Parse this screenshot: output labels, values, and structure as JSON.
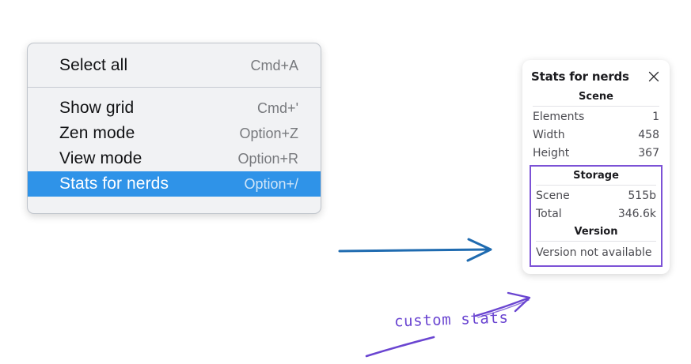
{
  "context_menu": {
    "name": "Canvas context menu",
    "sections": [
      {
        "items": [
          {
            "label": "Select all",
            "shortcut": "Cmd+A",
            "selected": false,
            "icon": "select-all-icon"
          }
        ]
      },
      {
        "items": [
          {
            "label": "Show grid",
            "shortcut": "Cmd+'",
            "selected": false,
            "icon": "grid-icon"
          },
          {
            "label": "Zen mode",
            "shortcut": "Option+Z",
            "selected": false,
            "icon": "zen-icon"
          },
          {
            "label": "View mode",
            "shortcut": "Option+R",
            "selected": false,
            "icon": "view-icon"
          },
          {
            "label": "Stats for nerds",
            "shortcut": "Option+/",
            "selected": true,
            "icon": "stats-icon"
          }
        ]
      }
    ],
    "highlight_color": "#2f93e8",
    "background_color": "#f1f2f4"
  },
  "stats_panel": {
    "title": "Stats for nerds",
    "close_label": "×",
    "groups": [
      {
        "heading": "Scene",
        "highlighted": false,
        "rows": [
          {
            "key": "Elements",
            "value": "1"
          },
          {
            "key": "Width",
            "value": "458"
          },
          {
            "key": "Height",
            "value": "367"
          }
        ]
      },
      {
        "heading": "Storage",
        "highlighted": true,
        "rows": [
          {
            "key": "Scene",
            "value": "515b"
          },
          {
            "key": "Total",
            "value": "346.6k"
          }
        ]
      },
      {
        "heading": "Version",
        "highlighted": true,
        "full_rows": [
          "Version not available"
        ]
      }
    ],
    "highlight_border_color": "#7c52d6"
  },
  "annotations": {
    "handwritten_label": "custom stats",
    "handwritten_color": "#6a45d1",
    "flow_arrow_color": "#1f6bb0"
  }
}
